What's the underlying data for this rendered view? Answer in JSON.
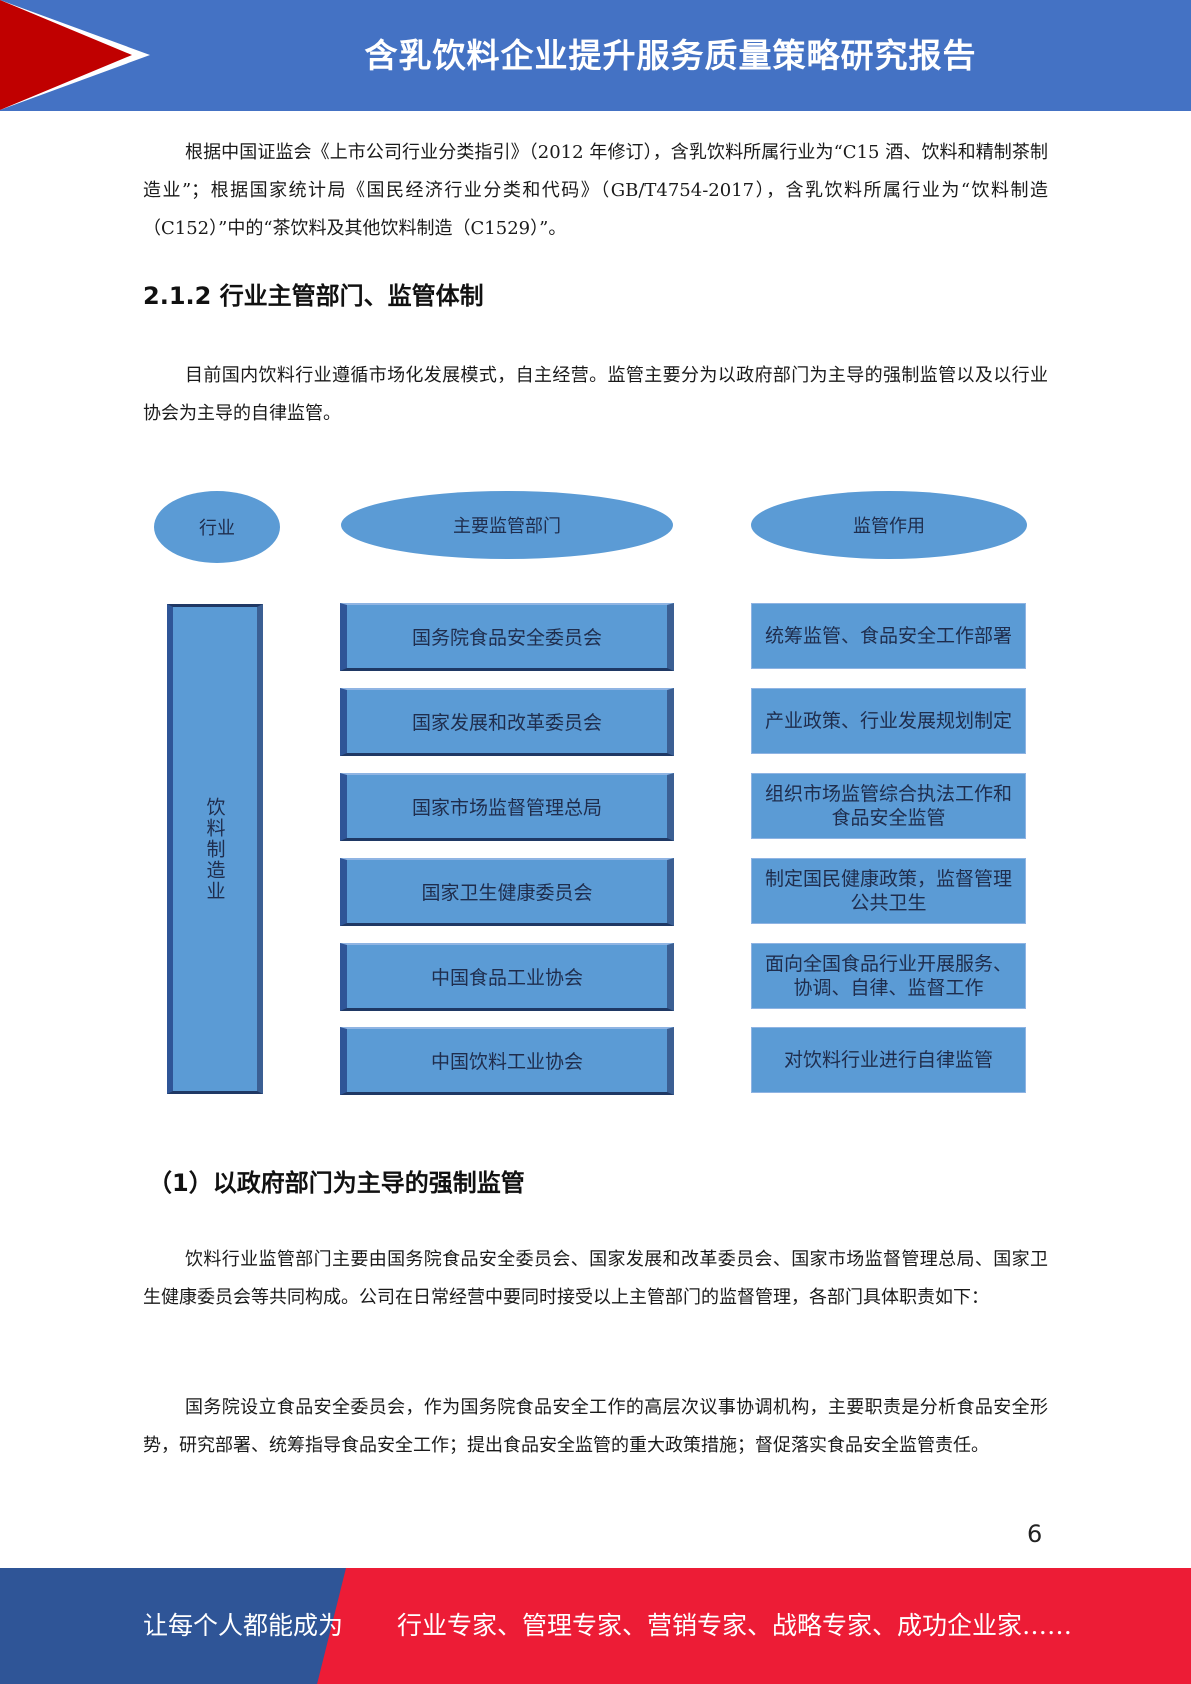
{
  "header": {
    "title": "含乳饮料企业提升服务质量策略研究报告"
  },
  "paragraphs": {
    "p1": "根据中国证监会《上市公司行业分类指引》（2012 年修订），含乳饮料所属行业为“C15 酒、饮料和精制茶制造业”；根据国家统计局《国民经济行业分类和代码》（GB/T4754-2017），含乳饮料所属行业为“饮料制造（C152）”中的“茶饮料及其他饮料制造（C1529）”。",
    "p2": "目前国内饮料行业遵循市场化发展模式，自主经营。监管主要分为以政府部门为主导的强制监管以及以行业协会为主导的自律监管。",
    "p3": "饮料行业监管部门主要由国务院食品安全委员会、国家发展和改革委员会、国家市场监督管理总局、国家卫生健康委员会等共同构成。公司在日常经营中要同时接受以上主管部门的监督管理，各部门具体职责如下：",
    "p4": "国务院设立食品安全委员会，作为国务院食品安全工作的高层次议事协调机构，主要职责是分析食品安全形势，研究部署、统筹指导食品安全工作；提出食品安全监管的重大政策措施；督促落实食品安全监管责任。"
  },
  "headings": {
    "h1": "2.1.2 行业主管部门、监管体制",
    "h2": "（1）以政府部门为主导的强制监管"
  },
  "diagram": {
    "headers": {
      "industry": "行业",
      "departments": "主要监管部门",
      "roles": "监管作用"
    },
    "industry": "饮料制造业",
    "rows": [
      {
        "dept": "国务院食品安全委员会",
        "role": "统筹监管、食品安全工作部署"
      },
      {
        "dept": "国家发展和改革委员会",
        "role": "产业政策、行业发展规划制定"
      },
      {
        "dept": "国家市场监督管理总局",
        "role": "组织市场监管综合执法工作和食品安全监管"
      },
      {
        "dept": "国家卫生健康委员会",
        "role": "制定国民健康政策，监督管理公共卫生"
      },
      {
        "dept": "中国食品工业协会",
        "role": "面向全国食品行业开展服务、协调、自律、监督工作"
      },
      {
        "dept": "中国饮料工业协会",
        "role": "对饮料行业进行自律监管"
      }
    ]
  },
  "page_number": "6",
  "footer": {
    "left": "让每个人都能成为",
    "right": "行业专家、管理专家、营销专家、战略专家、成功企业家……"
  },
  "colors": {
    "header_blue": "#4472c4",
    "header_red": "#c00000",
    "diagram_fill": "#5b9bd5",
    "footer_blue": "#2f5597",
    "footer_red": "#ed1c36"
  }
}
